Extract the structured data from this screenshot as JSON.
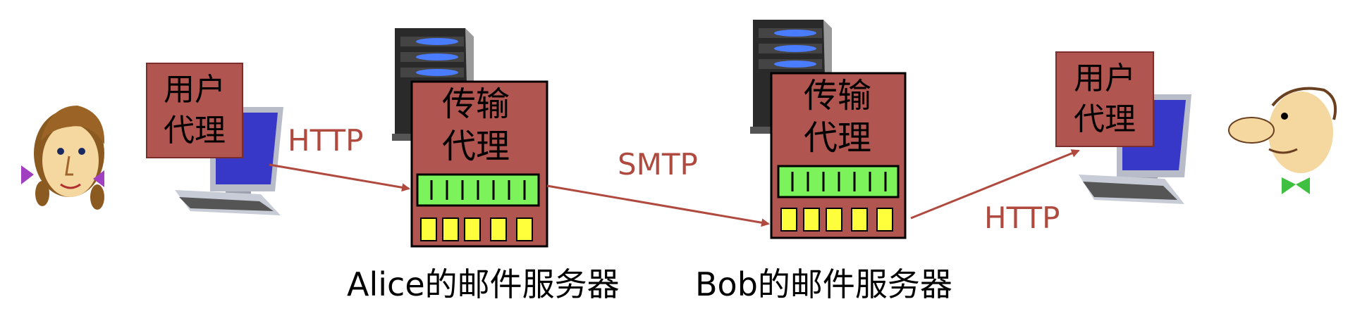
{
  "colors": {
    "agent_fill": "#b05550",
    "arrow": "#b04a3f",
    "queue_green": "#7cf35a",
    "queue_yellow": "#ffff3c",
    "server_body": "#2a2a2a"
  },
  "left_agent": {
    "line1": "用户",
    "line2": "代理"
  },
  "right_agent": {
    "line1": "用户",
    "line2": "代理"
  },
  "alice_server": {
    "line1": "传输",
    "line2": "代理",
    "caption": "Alice的邮件服务器"
  },
  "bob_server": {
    "line1": "传输",
    "line2": "代理",
    "caption": "Bob的邮件服务器"
  },
  "protocols": {
    "left": "HTTP",
    "middle": "SMTP",
    "right": "HTTP"
  },
  "icons": {
    "alice": "woman-face-icon",
    "bob": "man-face-icon",
    "pc": "desktop-computer-icon",
    "server": "server-rack-icon"
  }
}
